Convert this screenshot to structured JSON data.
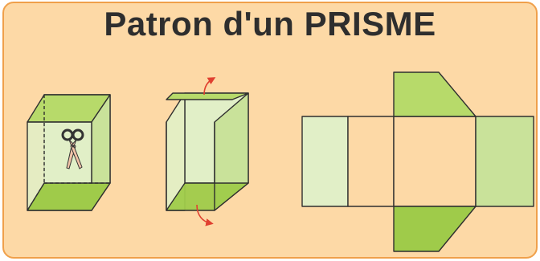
{
  "title": "Patron d'un PRISME",
  "colors": {
    "background": "#fdd9a6",
    "border": "#f0a04a",
    "face_light": "#e1efc7",
    "face_mid": "#c9e29a",
    "face_dark": "#9fcb4a",
    "face_medium": "#b7da6a",
    "stroke": "#2f2f2f",
    "arrow": "#e04030",
    "title": "#2e2e2e"
  },
  "figures": [
    {
      "name": "closed-prism",
      "icon": "scissors-icon"
    },
    {
      "name": "unfolding-prism",
      "icon": "curved-arrow-icon"
    },
    {
      "name": "prism-net"
    }
  ]
}
